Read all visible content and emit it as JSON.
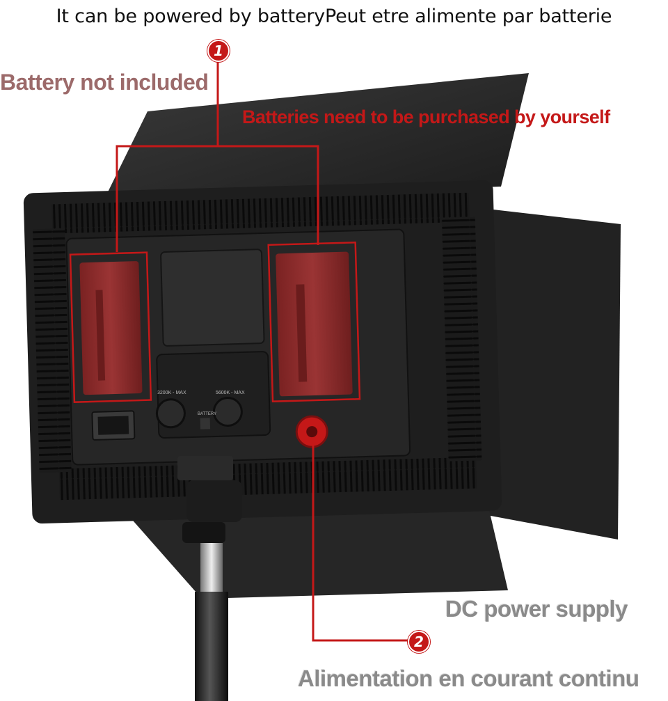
{
  "title": "It can be powered by batteryPeut etre alimente par batterie",
  "callouts": {
    "battery_note": "Battery not included",
    "purchase_note": "Batteries need to be purchased by yourself",
    "dc_en": "DC power supply",
    "dc_fr": "Alimentation en courant continu"
  },
  "badges": {
    "one": "1",
    "two": "2"
  },
  "panel_labels": {
    "knob_left": "3200K - MAX",
    "knob_right": "5600K - MAX",
    "battery_label": "BATTERY"
  },
  "colors": {
    "callout_red": "#c41818",
    "battery_body": "#8a2a2a",
    "panel_body": "#232323",
    "barn_door": "#2a2a2a"
  }
}
